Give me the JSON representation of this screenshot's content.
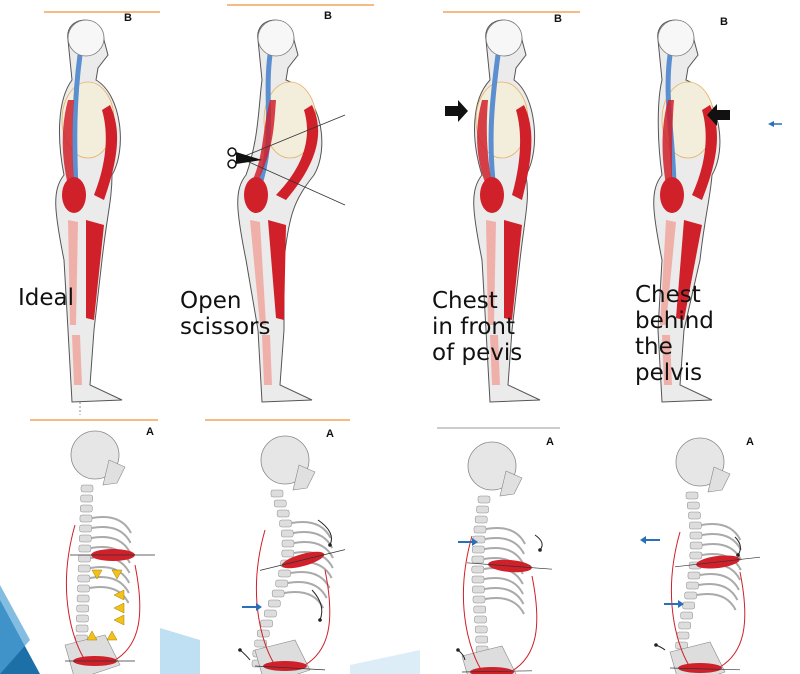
{
  "figures_top": [
    {
      "label": "Ideal",
      "panel_letter": "B"
    },
    {
      "label": "Open\nscissors",
      "panel_letter": "B"
    },
    {
      "label": "Chest\nin front\nof pevis",
      "panel_letter": "B"
    },
    {
      "label": "Chest\nbehind\nthe\npelvis",
      "panel_letter": "B"
    }
  ],
  "figures_bottom": [
    {
      "panel_letter": "A"
    },
    {
      "panel_letter": "A"
    },
    {
      "panel_letter": "A"
    },
    {
      "panel_letter": "A"
    }
  ],
  "colors": {
    "muscle": "#d0202a",
    "spine": "#5b8fd0",
    "rib": "#f3eddc",
    "guide": "#f3a35a",
    "accent_arrow": "#2a6fb8",
    "yellow_arrow": "#f2c21a",
    "slide_blue": "#1d6fa8"
  }
}
